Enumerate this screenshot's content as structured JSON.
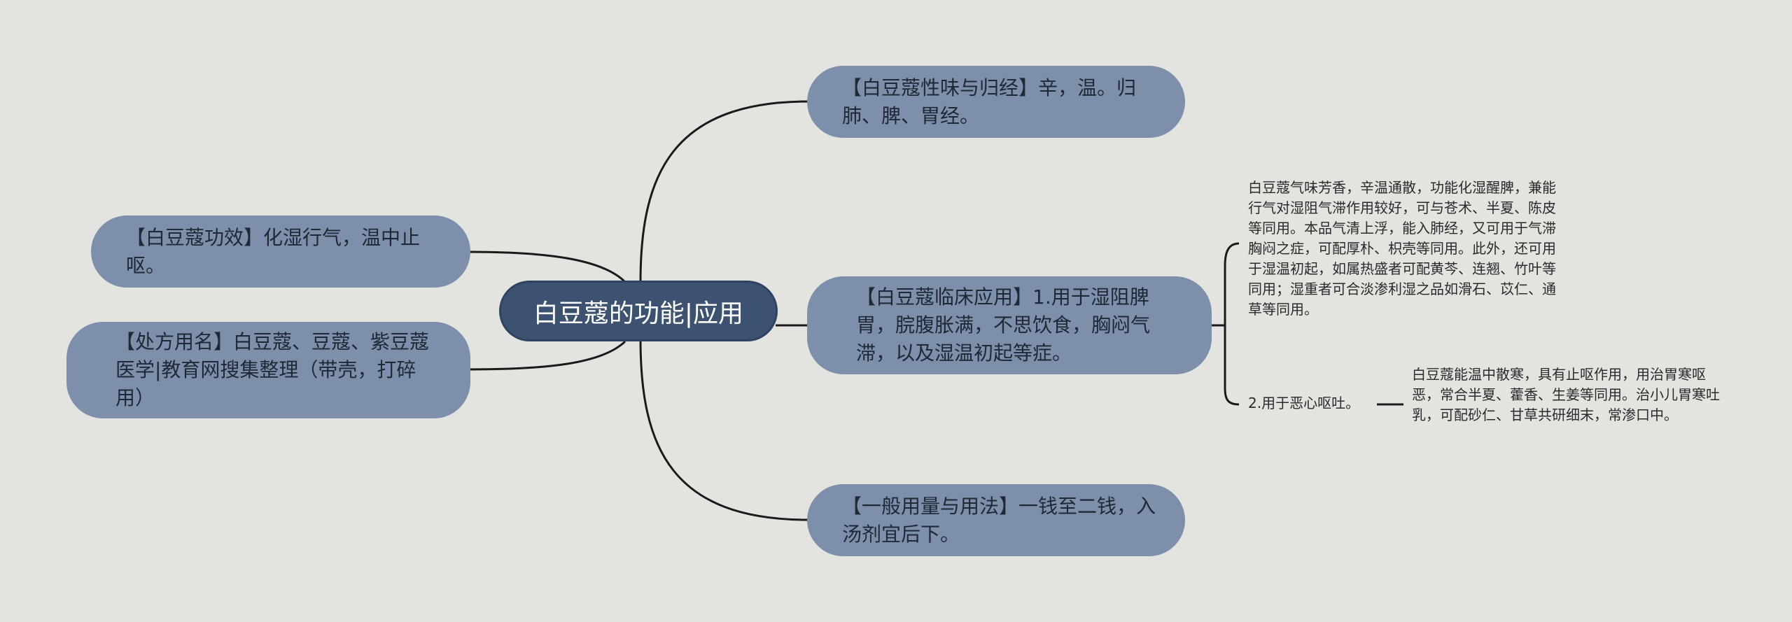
{
  "root": {
    "label": "白豆蔻的功能|应用"
  },
  "branches": {
    "taste": "【白豆蔻性味与归经】辛，温。归肺、脾、胃经。",
    "efficacy": "【白豆蔻功效】化湿行气，温中止呕。",
    "prescription": "【处方用名】白豆蔻、豆蔻、紫豆蔻医学|教育网搜集整理（带壳，打碎用）",
    "clinical": "【白豆蔻临床应用】1.用于湿阻脾胃，脘腹胀满，不思饮食，胸闷气滞，以及湿温初起等症。",
    "dosage": "【一般用量与用法】一钱至二钱，入汤剂宜后下。"
  },
  "clinical_details": {
    "note1": "白豆蔻气味芳香，辛温通散，功能化湿醒脾，兼能行气对湿阻气滞作用较好，可与苍术、半夏、陈皮等同用。本品气清上浮，能入肺经，又可用于气滞胸闷之症，可配厚朴、枳壳等同用。此外，还可用于湿温初起，如属热盛者可配黄芩、连翘、竹叶等同用；湿重者可合淡渗利湿之品如滑石、苡仁、通草等同用。",
    "item2_label": "2.用于恶心呕吐。",
    "item2_detail": "白豆蔻能温中散寒，具有止呕作用，用治胃寒呕恶，常合半夏、藿香、生姜等同用。治小儿胃寒吐乳，可配砂仁、甘草共研细末，常渗口中。"
  },
  "colors": {
    "background": "#e3e3df",
    "root_fill": "#3c5270",
    "branch_fill": "#7d8fab",
    "line": "#1a1a1a"
  }
}
